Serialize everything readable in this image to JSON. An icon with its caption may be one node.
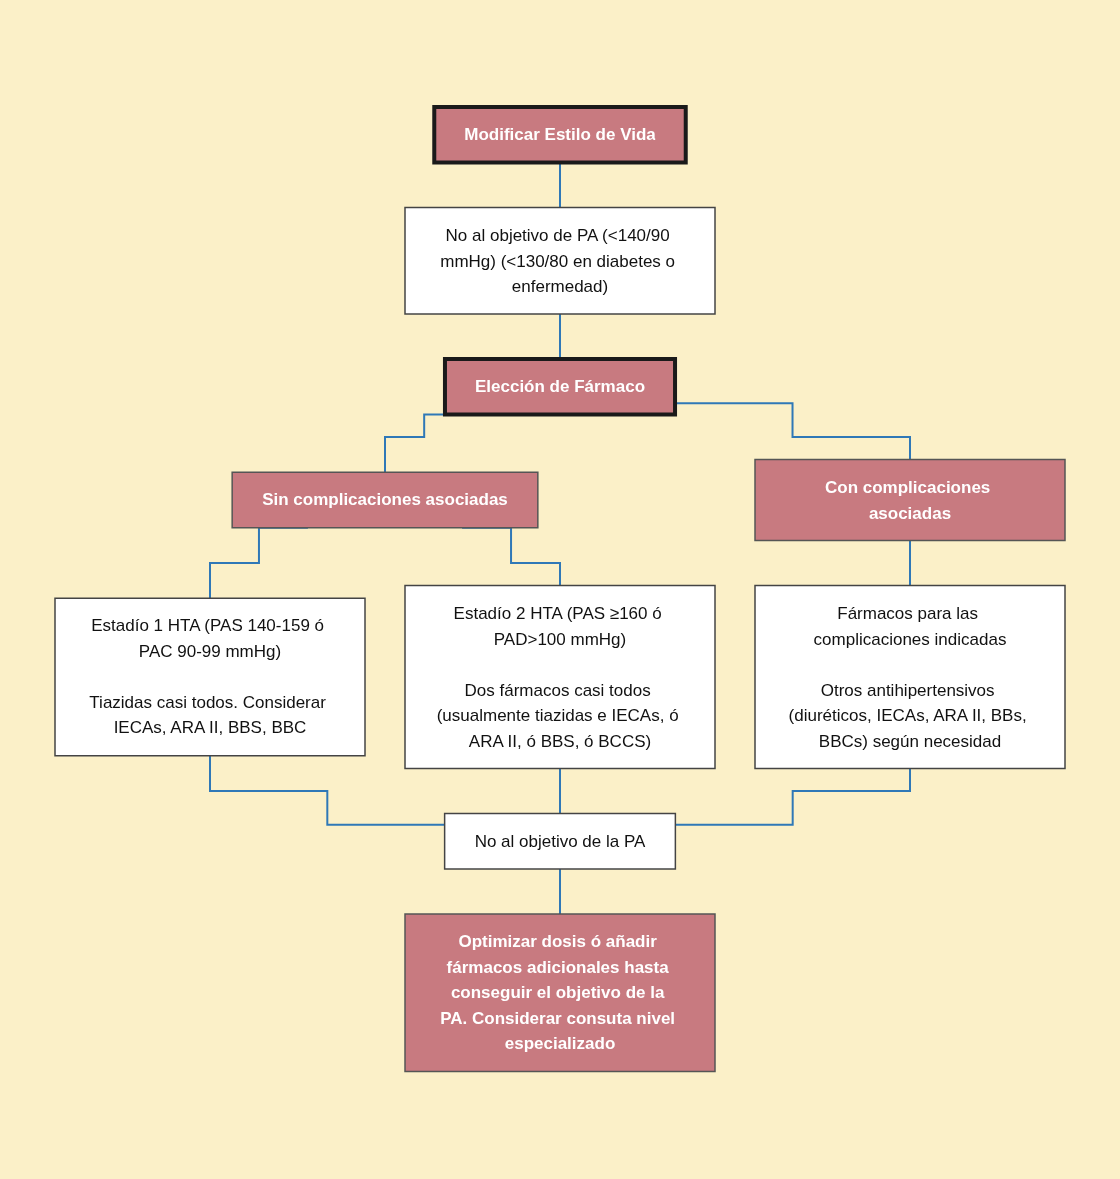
{
  "diagram": {
    "nodes": [
      {
        "text": [
          "Modificar Estilo de Vida"
        ]
      },
      {
        "text": [
          "No al objetivo de PA (<140/90 mmHg) (<130/80 en diabetes o enfermedad)"
        ]
      },
      {
        "text": [
          "Elección de Fármaco"
        ]
      },
      {
        "text": [
          "Sin complicaciones asociadas"
        ]
      },
      {
        "text": [
          "Con complicaciones asociadas"
        ]
      },
      {
        "text": [
          "Estadío 1 HTA (PAS 140-159 ó PAC 90-99 mmHg)",
          "Tiazidas casi todos. Considerar IECAs, ARA II, BBS, BBC"
        ]
      },
      {
        "text": [
          "Estadío 2 HTA (PAS ≥160 ó PAD>100 mmHg)",
          "Dos fármacos casi todos (usualmente tiazidas e IECAs, ó ARA II, ó BBS, ó BCCS)"
        ]
      },
      {
        "text": [
          "Fármacos para las complicaciones indicadas",
          "Otros antihipertensivos (diuréticos, IECAs, ARA II, BBs, BBCs) según necesidad"
        ]
      },
      {
        "text": [
          "No al objetivo de la PA"
        ]
      },
      {
        "text": [
          "Optimizar dosis ó añadir fármacos adicionales hasta conseguir el objetivo de la PA. Considerar consuta nivel especializado"
        ]
      }
    ],
    "edges": [
      {
        "from": 0,
        "to": 1,
        "arrow": "none"
      },
      {
        "from": 1,
        "to": 2,
        "arrow": "none"
      },
      {
        "from": 2,
        "to": 3,
        "arrow": "none"
      },
      {
        "from": 2,
        "to": 4,
        "arrow": "none"
      },
      {
        "from": 3,
        "to": 5,
        "arrow": "none"
      },
      {
        "from": 3,
        "to": 6,
        "arrow": "none"
      },
      {
        "from": 4,
        "to": 7,
        "arrow": "none"
      },
      {
        "from": 5,
        "to": 8,
        "arrow": "none"
      },
      {
        "from": 6,
        "to": 8,
        "arrow": "none"
      },
      {
        "from": 7,
        "to": 8,
        "arrow": "none"
      },
      {
        "from": 8,
        "to": 9,
        "arrow": "none"
      }
    ]
  }
}
